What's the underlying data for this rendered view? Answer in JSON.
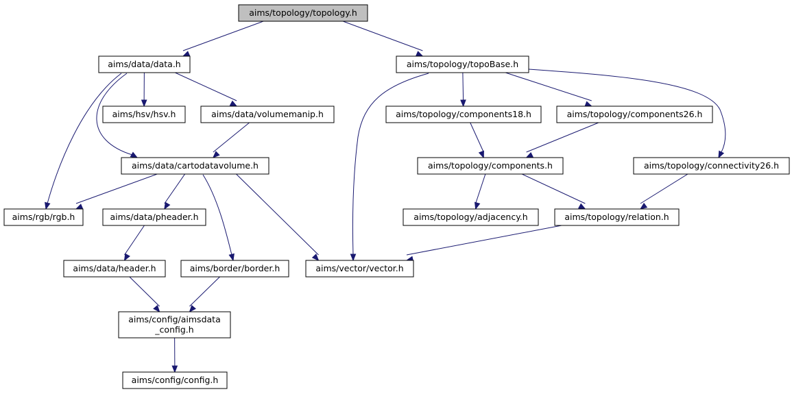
{
  "title": "aims/topology/topology.h",
  "colors": {
    "edge": "#191970",
    "root_fill": "#bfbfbf",
    "node_fill": "#ffffff",
    "border": "#000000"
  },
  "nodes": [
    {
      "id": "topology",
      "label": "aims/topology/topology.h",
      "root": true
    },
    {
      "id": "data",
      "label": "aims/data/data.h"
    },
    {
      "id": "topobase",
      "label": "aims/topology/topoBase.h"
    },
    {
      "id": "hsv",
      "label": "aims/hsv/hsv.h"
    },
    {
      "id": "volumemanip",
      "label": "aims/data/volumemanip.h"
    },
    {
      "id": "comp18",
      "label": "aims/topology/components18.h"
    },
    {
      "id": "comp26",
      "label": "aims/topology/components26.h"
    },
    {
      "id": "cartodatavolume",
      "label": "aims/data/cartodatavolume.h"
    },
    {
      "id": "components",
      "label": "aims/topology/components.h"
    },
    {
      "id": "conn26",
      "label": "aims/topology/connectivity26.h"
    },
    {
      "id": "rgb",
      "label": "aims/rgb/rgb.h"
    },
    {
      "id": "pheader",
      "label": "aims/data/pheader.h"
    },
    {
      "id": "adjacency",
      "label": "aims/topology/adjacency.h"
    },
    {
      "id": "relation",
      "label": "aims/topology/relation.h"
    },
    {
      "id": "header",
      "label": "aims/data/header.h"
    },
    {
      "id": "border",
      "label": "aims/border/border.h"
    },
    {
      "id": "vector",
      "label": "aims/vector/vector.h"
    },
    {
      "id": "aimsdata_config",
      "label": "aims/config/aimsdata\n_config.h"
    },
    {
      "id": "config",
      "label": "aims/config/config.h"
    }
  ],
  "edges": [
    [
      "topology",
      "data"
    ],
    [
      "topology",
      "topobase"
    ],
    [
      "data",
      "hsv"
    ],
    [
      "data",
      "volumemanip"
    ],
    [
      "data",
      "cartodatavolume"
    ],
    [
      "data",
      "rgb"
    ],
    [
      "volumemanip",
      "cartodatavolume"
    ],
    [
      "cartodatavolume",
      "rgb"
    ],
    [
      "cartodatavolume",
      "pheader"
    ],
    [
      "cartodatavolume",
      "border"
    ],
    [
      "cartodatavolume",
      "vector"
    ],
    [
      "pheader",
      "header"
    ],
    [
      "header",
      "aimsdata_config"
    ],
    [
      "border",
      "aimsdata_config"
    ],
    [
      "aimsdata_config",
      "config"
    ],
    [
      "topobase",
      "vector"
    ],
    [
      "topobase",
      "comp18"
    ],
    [
      "topobase",
      "comp26"
    ],
    [
      "topobase",
      "conn26"
    ],
    [
      "comp18",
      "components"
    ],
    [
      "comp26",
      "components"
    ],
    [
      "components",
      "adjacency"
    ],
    [
      "components",
      "relation"
    ],
    [
      "conn26",
      "relation"
    ],
    [
      "relation",
      "vector"
    ]
  ]
}
